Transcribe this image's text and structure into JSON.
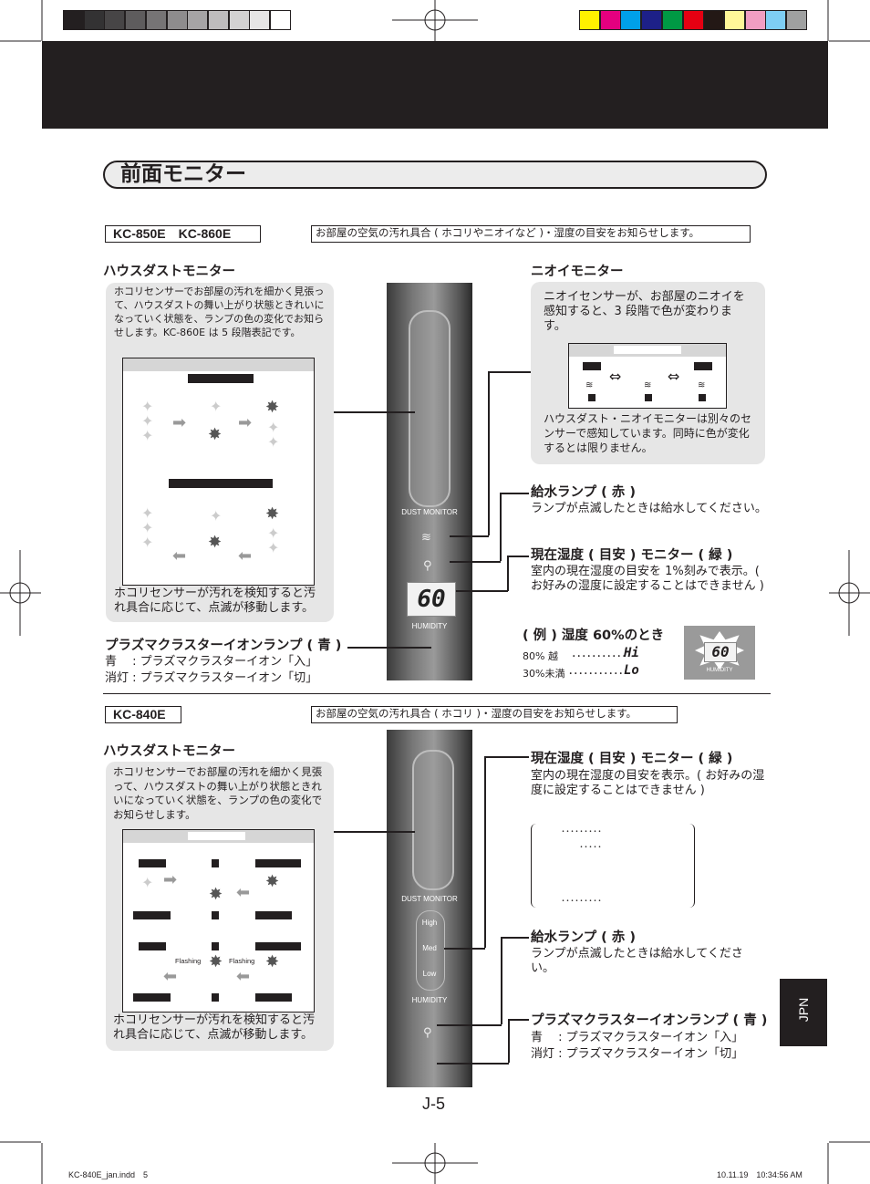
{
  "color_bar": {
    "grays": [
      "#231f20",
      "#333233",
      "#474546",
      "#5e5c5d",
      "#767475",
      "#8e8c8d",
      "#a6a4a5",
      "#bebcbd",
      "#d3d2d2",
      "#e6e5e5",
      "#ffffff"
    ],
    "colors": [
      "#fff100",
      "#e4007f",
      "#00a0e9",
      "#1d2088",
      "#009944",
      "#e60012",
      "#231815",
      "#fff799",
      "#f19ec2",
      "#7ecef4",
      "#9fa0a0"
    ]
  },
  "page_title": "前面モニター",
  "section1": {
    "models": "KC-850E　KC-860E",
    "note": "お部屋の空気の汚れ具合 ( ホコリやニオイなど )・湿度の目安をお知らせします。",
    "house_dust": {
      "heading": "ハウスダストモニター",
      "description": "ホコリセンサーでお部屋の汚れを細かく見張って、ハウスダストの舞い上がり状態ときれいになっていく状態を、ランプの色の変化でお知らせします。KC-860E は 5 段階表記です。",
      "footer": "ホコリセンサーが汚れを検知すると汚れ具合に応じて、点滅が移動します。"
    },
    "odor": {
      "heading": "ニオイモニター",
      "description": "ニオイセンサーが、お部屋のニオイを感知すると、3 段階で色が変わります。",
      "note": "ハウスダスト・ニオイモニターは別々のセンサーで感知しています。同時に色が変化するとは限りません。"
    },
    "water_lamp": {
      "heading": "給水ランプ ( 赤 )",
      "text": "ランプが点滅したときは給水してください。"
    },
    "humidity": {
      "heading": "現在湿度 ( 目安 ) モニター ( 緑 )",
      "text": "室内の現在湿度の目安を 1%刻みで表示。( お好みの湿度に設定することはできません )"
    },
    "plasma": {
      "heading": "プラズマクラスターイオンランプ ( 青 )",
      "line1": "青　 : プラズマクラスターイオン「入」",
      "line2": "消灯 : プラズマクラスターイオン「切」"
    },
    "example": {
      "heading": "( 例 ) 湿度 60%のとき",
      "row1_label": "80% 越　 ･･･････････",
      "row1_value": "Hi",
      "row2_label": "30%未満 ･･･････････",
      "row2_value": "Lo",
      "display": "60",
      "display_label": "HUMIDITY"
    },
    "device": {
      "dust_monitor": "DUST MONITOR",
      "lcd": "60",
      "humidity": "HUMIDITY"
    }
  },
  "section2": {
    "models": "KC-840E",
    "note": "お部屋の空気の汚れ具合 ( ホコリ )・湿度の目安をお知らせします。",
    "house_dust": {
      "heading": "ハウスダストモニター",
      "description": "ホコリセンサーでお部屋の汚れを細かく見張って、ハウスダストの舞い上がり状態ときれいになっていく状態を、ランプの色の変化でお知らせします。",
      "footer": "ホコリセンサーが汚れを検知すると汚れ具合に応じて、点滅が移動します。",
      "flashing_left": "Flashing",
      "flashing_right": "Flashing"
    },
    "humidity": {
      "heading": "現在湿度 ( 目安 ) モニター ( 緑 )",
      "text": "室内の現在湿度の目安を表示。( お好みの湿度に設定することはできません )",
      "dots1": "･････････",
      "dots2": "･････",
      "dots3": "･････････"
    },
    "water_lamp": {
      "heading": "給水ランプ ( 赤 )",
      "text": "ランプが点滅したときは給水してください。"
    },
    "plasma": {
      "heading": "プラズマクラスターイオンランプ ( 青 )",
      "line1": "青　 : プラズマクラスターイオン「入」",
      "line2": "消灯 : プラズマクラスターイオン「切」"
    },
    "device": {
      "dust_monitor": "DUST MONITOR",
      "high": "High",
      "med": "Med",
      "low": "Low",
      "humidity": "HUMIDITY"
    }
  },
  "side_tab": "JPN",
  "page_number": "J-5",
  "footer_left": "KC-840E_jan.indd　5",
  "footer_right": "10.11.19　10:34:56 AM"
}
